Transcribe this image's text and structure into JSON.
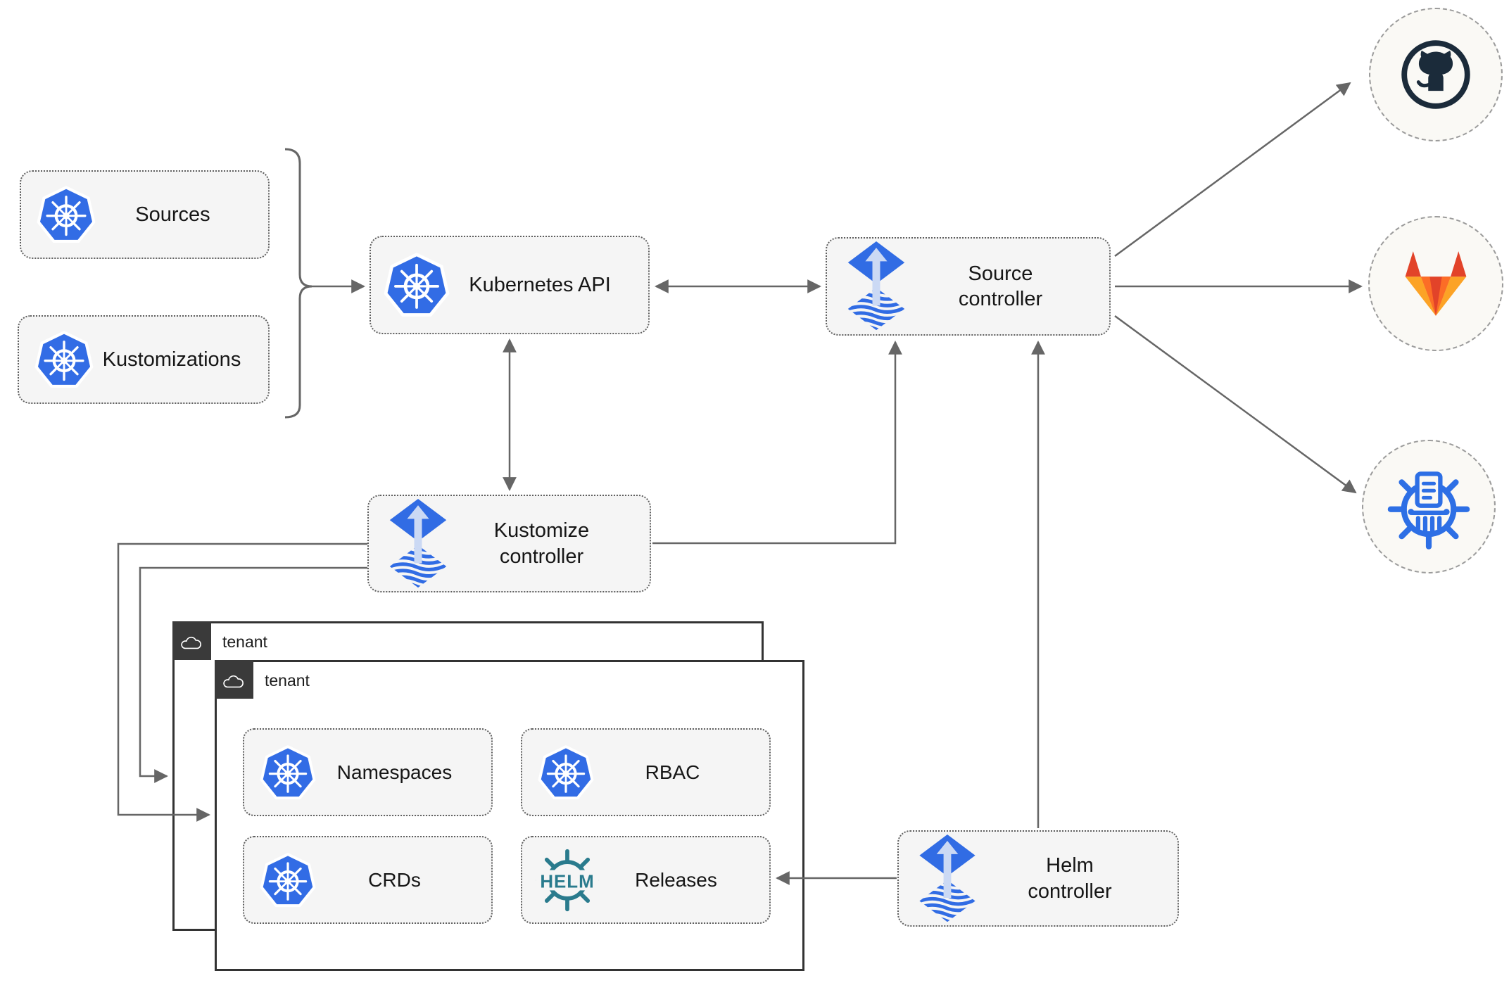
{
  "nodes": {
    "sources": {
      "label": "Sources"
    },
    "kustomizations": {
      "label": "Kustomizations"
    },
    "kubernetes_api": {
      "label": "Kubernetes API"
    },
    "source_controller": {
      "label": "Source controller"
    },
    "kustomize_controller": {
      "label": "Kustomize controller"
    },
    "helm_controller": {
      "label": "Helm controller"
    },
    "namespaces": {
      "label": "Namespaces"
    },
    "rbac": {
      "label": "RBAC"
    },
    "crds": {
      "label": "CRDs"
    },
    "releases": {
      "label": "Releases",
      "logo_text": "HELM"
    }
  },
  "groups": {
    "tenant_outer": {
      "label": "tenant"
    },
    "tenant_inner": {
      "label": "tenant"
    }
  },
  "externals": {
    "github": {
      "icon": "github-icon"
    },
    "gitlab": {
      "icon": "gitlab-icon"
    },
    "chart_repository": {
      "icon": "chartmuseum-icon"
    }
  },
  "edges": [
    {
      "from": "sources/kustomizations",
      "to": "kubernetes-api",
      "type": "arrow"
    },
    {
      "from": "kubernetes-api",
      "to": "source-controller",
      "type": "double-arrow"
    },
    {
      "from": "kubernetes-api",
      "to": "kustomize-controller",
      "type": "double-arrow"
    },
    {
      "from": "kustomize-controller",
      "to": "source-controller",
      "type": "arrow"
    },
    {
      "from": "kustomize-controller",
      "to": "tenant-outer",
      "type": "arrow"
    },
    {
      "from": "kustomize-controller",
      "to": "tenant-inner",
      "type": "arrow"
    },
    {
      "from": "helm-controller",
      "to": "source-controller",
      "type": "arrow"
    },
    {
      "from": "helm-controller",
      "to": "releases",
      "type": "arrow"
    },
    {
      "from": "source-controller",
      "to": "github",
      "type": "arrow"
    },
    {
      "from": "source-controller",
      "to": "gitlab",
      "type": "arrow"
    },
    {
      "from": "source-controller",
      "to": "chart-repository",
      "type": "arrow"
    }
  ],
  "colors": {
    "kubernetes_blue": "#326CE5",
    "flux_blue": "#316CE4",
    "flux_arrow_light": "#CBD9F4",
    "helm_teal": "#2A7B8D",
    "github_dark": "#1B2B3A",
    "gitlab_red": "#E24329",
    "gitlab_orange": "#FC6D26",
    "gitlab_amber": "#FCA326",
    "chartmuseum_blue": "#2D6FE5",
    "connector_gray": "#666666",
    "node_fill": "#F5F5F5",
    "tenant_label_bg": "#3A3A3A"
  }
}
